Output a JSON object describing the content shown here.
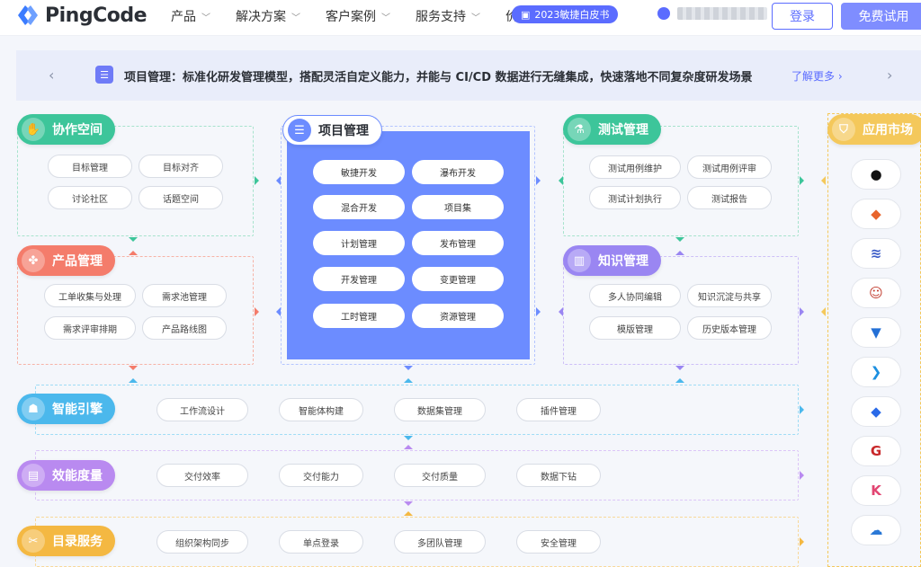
{
  "header": {
    "brand": "PingCode",
    "nav": [
      {
        "label": "产品",
        "chevron": true
      },
      {
        "label": "解决方案",
        "chevron": true
      },
      {
        "label": "客户案例",
        "chevron": true
      },
      {
        "label": "服务支持",
        "chevron": true
      },
      {
        "label": "价格",
        "chevron": false
      }
    ],
    "whitepaper": "2023敏捷白皮书",
    "login": "登录",
    "trial": "免费试用"
  },
  "banner": {
    "text": "项目管理：标准化研发管理模型，搭配灵活自定义能力，并能与 CI/CD 数据进行无缝集成，快速落地不同复杂度研发场景",
    "more": "了解更多 ›",
    "prev": "‹",
    "next": "›"
  },
  "modules": {
    "collab": {
      "title": "协作空间",
      "items": [
        "目标管理",
        "目标对齐",
        "讨论社区",
        "话题空间"
      ],
      "color": "#3dc59a"
    },
    "product": {
      "title": "产品管理",
      "items": [
        "工单收集与处理",
        "需求池管理",
        "需求评审排期",
        "产品路线图"
      ],
      "color": "#f47c6b"
    },
    "project": {
      "title": "项目管理",
      "items": [
        "敏捷开发",
        "瀑布开发",
        "混合开发",
        "项目集",
        "计划管理",
        "发布管理",
        "开发管理",
        "变更管理",
        "工时管理",
        "资源管理"
      ],
      "color": "#6c8cff"
    },
    "test": {
      "title": "测试管理",
      "items": [
        "测试用例维护",
        "测试用例评审",
        "测试计划执行",
        "测试报告"
      ],
      "color": "#3dc59a"
    },
    "knowledge": {
      "title": "知识管理",
      "items": [
        "多人协同编辑",
        "知识沉淀与共享",
        "模版管理",
        "历史版本管理"
      ],
      "color": "#9a86f2"
    },
    "ai": {
      "title": "智能引擎",
      "items": [
        "工作流设计",
        "智能体构建",
        "数据集管理",
        "插件管理"
      ],
      "color": "#4bb8ec"
    },
    "efficiency": {
      "title": "效能度量",
      "items": [
        "交付效率",
        "交付能力",
        "交付质量",
        "数据下钻"
      ],
      "color": "#b98af0"
    },
    "directory": {
      "title": "目录服务",
      "items": [
        "组织架构同步",
        "单点登录",
        "多团队管理",
        "安全管理"
      ],
      "color": "#f4b842"
    },
    "market": {
      "title": "应用市场",
      "color": "#f4c85b"
    }
  },
  "apps": [
    {
      "name": "github-icon",
      "glyph": "●",
      "color": "#111"
    },
    {
      "name": "gitlab-icon",
      "glyph": "◆",
      "color": "#e8642c"
    },
    {
      "name": "coding-icon",
      "glyph": "≋",
      "color": "#3a5bc7"
    },
    {
      "name": "jenkins-icon",
      "glyph": "☺",
      "color": "#c23c2e"
    },
    {
      "name": "bitbucket-icon",
      "glyph": "▼",
      "color": "#2470d6"
    },
    {
      "name": "vscode-icon",
      "glyph": "❯",
      "color": "#1b8fe0"
    },
    {
      "name": "jira-icon",
      "glyph": "◆",
      "color": "#2a6ae8"
    },
    {
      "name": "gitee-icon",
      "glyph": "G",
      "color": "#c8282a"
    },
    {
      "name": "kubernetes-icon",
      "glyph": "K",
      "color": "#e24572"
    },
    {
      "name": "cloud-icon",
      "glyph": "☁",
      "color": "#2a78d6"
    }
  ]
}
